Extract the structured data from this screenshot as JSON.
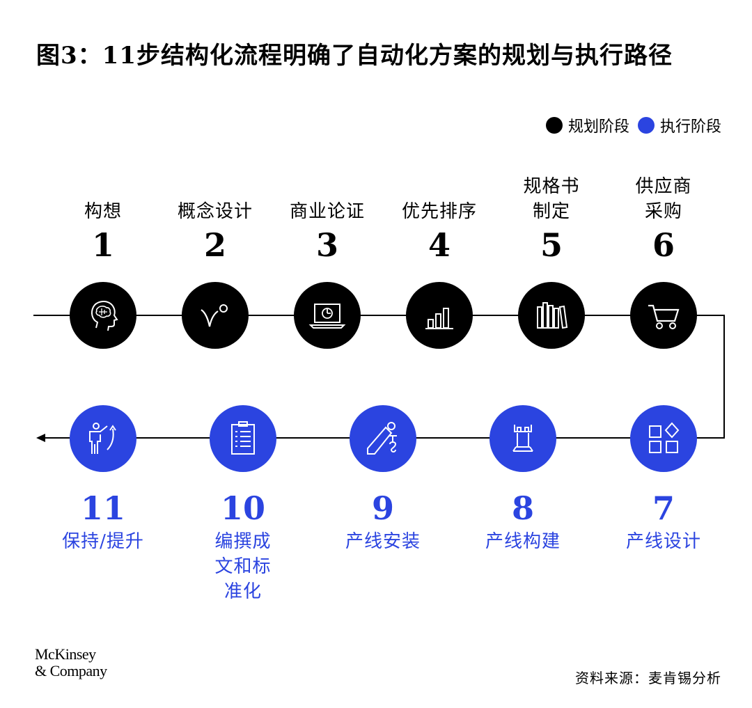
{
  "title": "图3：11步结构化流程明确了自动化方案的规划与执行路径",
  "legend": [
    {
      "label": "规划阶段",
      "color": "#000000"
    },
    {
      "label": "执行阶段",
      "color": "#2b44e0"
    }
  ],
  "steps": [
    {
      "num": "1",
      "label": "构想",
      "icon": "brain-head-icon",
      "phase": "规划阶段"
    },
    {
      "num": "2",
      "label": "概念设计",
      "icon": "curve-dot-icon",
      "phase": "规划阶段"
    },
    {
      "num": "3",
      "label": "商业论证",
      "icon": "laptop-chart-icon",
      "phase": "规划阶段"
    },
    {
      "num": "4",
      "label": "优先排序",
      "icon": "bar-chart-icon",
      "phase": "规划阶段"
    },
    {
      "num": "5",
      "label": "规格书制定",
      "icon": "books-icon",
      "phase": "规划阶段"
    },
    {
      "num": "6",
      "label": "供应商采购",
      "icon": "cart-icon",
      "phase": "规划阶段"
    },
    {
      "num": "7",
      "label": "产线设计",
      "icon": "shapes-icon",
      "phase": "执行阶段"
    },
    {
      "num": "8",
      "label": "产线构建",
      "icon": "tower-icon",
      "phase": "执行阶段"
    },
    {
      "num": "9",
      "label": "产线安装",
      "icon": "robot-arm-icon",
      "phase": "执行阶段"
    },
    {
      "num": "10",
      "label": "编撰成文和标准化",
      "icon": "document-icon",
      "phase": "执行阶段"
    },
    {
      "num": "11",
      "label": "保持/提升",
      "icon": "person-arrow-icon",
      "phase": "执行阶段"
    }
  ],
  "brand": {
    "line1": "McKinsey",
    "line2": "& Company"
  },
  "source": "资料来源：麦肯锡分析"
}
